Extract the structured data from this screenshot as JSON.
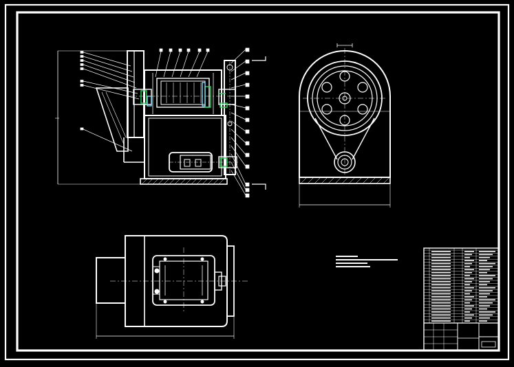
{
  "colors": {
    "background": "#000000",
    "line": "#ffffff",
    "accent": "#22dd55",
    "secondary": "#7fdcff"
  },
  "drawing": {
    "views": [
      "side-section-view",
      "front-view",
      "top-view"
    ],
    "balloon_count_left": 7,
    "balloon_count_top": 6,
    "balloon_count_right": 14,
    "notes_lines": 4,
    "parts_list_rows": 24
  }
}
